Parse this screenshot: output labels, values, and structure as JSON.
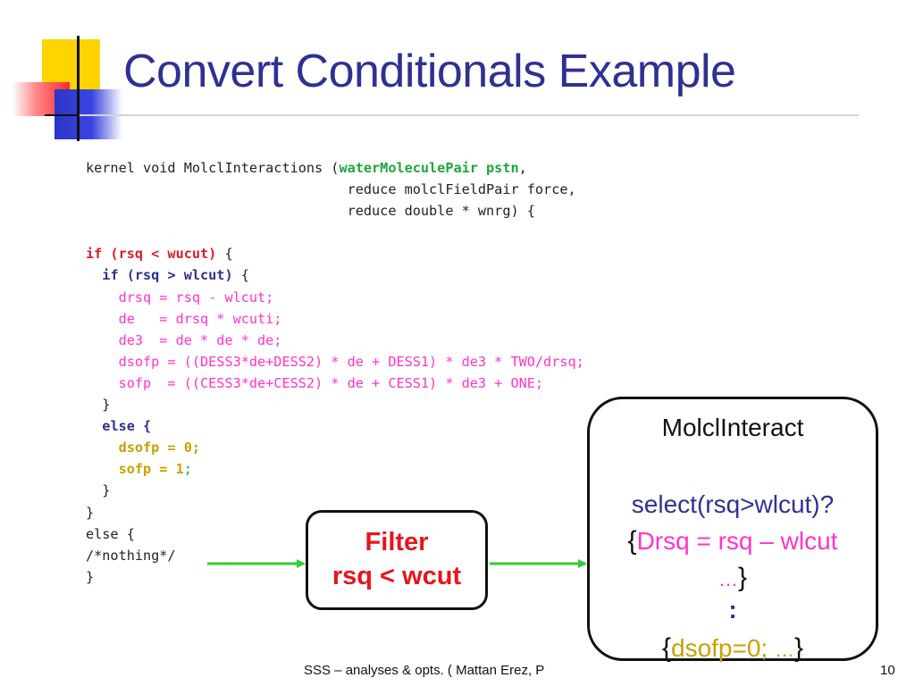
{
  "slide": {
    "title": "Convert Conditionals Example",
    "footer": "SSS – analyses & opts. ( Mattan Erez, P",
    "page_number": "10"
  },
  "code": {
    "l1_a": "kernel void MolclInteractions (",
    "l1_b": "waterMoleculePair pstn",
    "l1_c": ",",
    "l2": "                                reduce molclFieldPair force,",
    "l3": "                                reduce double * wnrg) {",
    "l5_a": "if (rsq < wucut)",
    "l5_b": " {",
    "l6_a": "  ",
    "l6_b": "if (rsq > wlcut)",
    "l6_c": " {",
    "l7": "    drsq = rsq - wlcut;",
    "l8": "    de   = drsq * wcuti;",
    "l9": "    de3  = de * de * de;",
    "l10": "    dsofp = ((DESS3*de+DESS2) * de + DESS1) * de3 * TWO/drsq;",
    "l11": "    sofp  = ((CESS3*de+CESS2) * de + CESS1) * de3 + ONE;",
    "l12": "  }",
    "l13_a": "  ",
    "l13_b": "else {",
    "l14": "    dsofp = 0;",
    "l15_a": "    sofp = 1",
    "l15_b": ";",
    "l16": "  }",
    "l17": "}",
    "l18": "else {",
    "l19": "/*nothing*/",
    "l20": "}"
  },
  "filter_box": {
    "line1": "Filter",
    "line2": "rsq < wcut"
  },
  "mol_box": {
    "title": "MolclInteract",
    "select": "select(rsq>wlcut)?",
    "brace_open": "{",
    "drsq": "Drsq = rsq",
    "minus": " – ",
    "wlcut": "wlcut",
    "ellipsis": "…",
    "brace_close": "}",
    "colon": ":",
    "dsofp": "dsofp=0; ",
    "ellipsis2": "…"
  },
  "colors": {
    "title": "#2e3192",
    "keyword_red": "#d81f26",
    "keyword_blue": "#2e3192",
    "highlight_green": "#1fa53a",
    "pink": "#ff33cc",
    "gold": "#c9a000",
    "arrow": "#33cc33"
  }
}
